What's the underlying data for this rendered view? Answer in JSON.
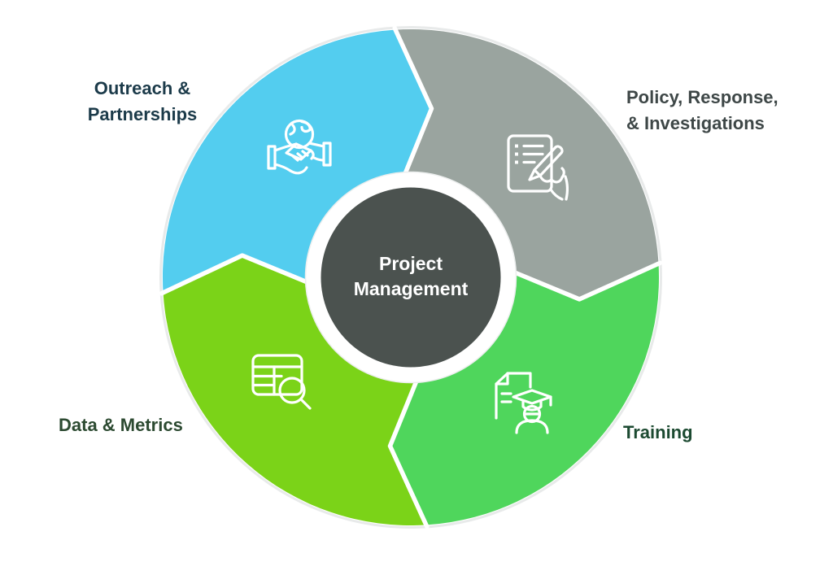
{
  "diagram": {
    "type": "cycle",
    "center": {
      "line1": "Project",
      "line2": "Management"
    },
    "segments": [
      {
        "name": "Outreach & Partnerships",
        "color": "#53CDEF",
        "icon": "handshake-globe-icon",
        "position": "top-left"
      },
      {
        "name": "Policy, Response, & Investigations",
        "color": "#9AA49F",
        "icon": "document-pen-icon",
        "position": "top-right"
      },
      {
        "name": "Training",
        "color": "#4FD65C",
        "icon": "graduate-document-icon",
        "position": "bottom-right"
      },
      {
        "name": "Data & Metrics",
        "color": "#7BD318",
        "icon": "table-magnifier-icon",
        "position": "bottom-left"
      }
    ]
  },
  "labels": {
    "outreach": {
      "line1": "Outreach &",
      "line2": "Partnerships"
    },
    "policy": {
      "line1": "Policy, Response,",
      "line2": "& Investigations"
    },
    "training": {
      "line1": "Training"
    },
    "data": {
      "line1": "Data & Metrics"
    }
  },
  "colors": {
    "blue": "#53CDEF",
    "gray": "#9AA49F",
    "green": "#4FD65C",
    "lime": "#7BD318",
    "center-dark": "#4B524F",
    "text-outreach": "#1C3B4A",
    "text-policy": "#3E4747",
    "text-training": "#1C4A31",
    "text-data": "#2C4A31",
    "halo": "#E8EAEA",
    "bg": "#FFFFFF"
  }
}
